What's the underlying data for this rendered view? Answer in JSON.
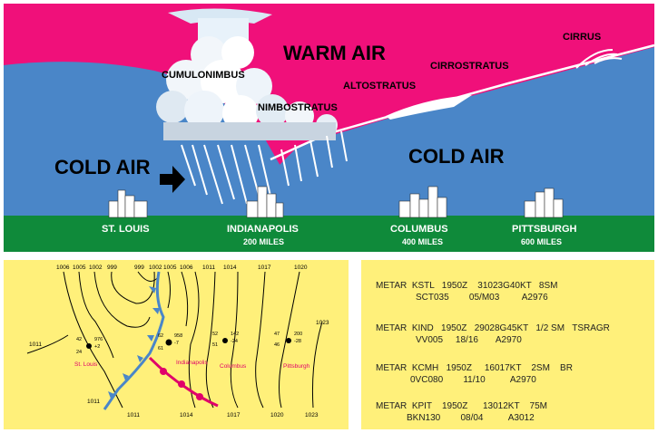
{
  "colors": {
    "warm_air": "#f0107a",
    "cold_air": "#4a86c8",
    "ground": "#0f8a3a",
    "panel": "#fff07a",
    "front_cold": "#4a86c8",
    "front_warm": "#e0006a"
  },
  "cross_section": {
    "labels": {
      "warm_air": "WARM AIR",
      "cold_air_left": "COLD AIR",
      "cold_air_right": "COLD AIR",
      "cumulonimbus": "CUMULONIMBUS",
      "nimbostratus": "NIMBOSTRATUS",
      "altostratus": "ALTOSTRATUS",
      "cirrostratus": "CIRROSTRATUS",
      "cirrus": "CIRRUS"
    },
    "cities": [
      {
        "name": "ST. LOUIS",
        "distance": ""
      },
      {
        "name": "INDIANAPOLIS",
        "distance": "200 MILES"
      },
      {
        "name": "COLUMBUS",
        "distance": "400 MILES"
      },
      {
        "name": "PITTSBURGH",
        "distance": "600 MILES"
      }
    ]
  },
  "map": {
    "isobars_top": [
      "1006",
      "1005",
      "1002",
      "999",
      "999",
      "1002",
      "1005",
      "1006",
      "1011",
      "1014",
      "1017",
      "1020"
    ],
    "isobars_side": [
      "1011",
      "1023"
    ],
    "isobars_bottom": [
      "1011",
      "1011",
      "1014",
      "1017",
      "1020",
      "1023"
    ],
    "stations": [
      {
        "name": "St. Louis",
        "tl": "42",
        "bl": "24",
        "tr": "976",
        "br": "+2"
      },
      {
        "name": "Indianapolis",
        "tl": "62",
        "bl": "61",
        "tr": "958",
        "br": "-7"
      },
      {
        "name": "Columbus",
        "tl": "52",
        "bl": "51",
        "tr": "142",
        "br": "-24"
      },
      {
        "name": "Pittsburgh",
        "tl": "47",
        "bl": "46",
        "tr": "200",
        "br": "-28"
      }
    ]
  },
  "metar": [
    {
      "line1": "METAR  KSTL   1950Z    31023G40KT   8SM",
      "line2": "SCT035        05/M03         A2976"
    },
    {
      "line1": "METAR  KIND   1950Z   29028G45KT   1/2 SM   TSRAGR",
      "line2": "VV005     18/16       A2970"
    },
    {
      "line1": "METAR  KCMH   1950Z     16017KT    2SM    BR",
      "line2": "0VC080        11/10          A2970"
    },
    {
      "line1": "METAR  KPIT    1950Z      13012KT    75M",
      "line2": "BKN130        08/04          A3012"
    }
  ]
}
